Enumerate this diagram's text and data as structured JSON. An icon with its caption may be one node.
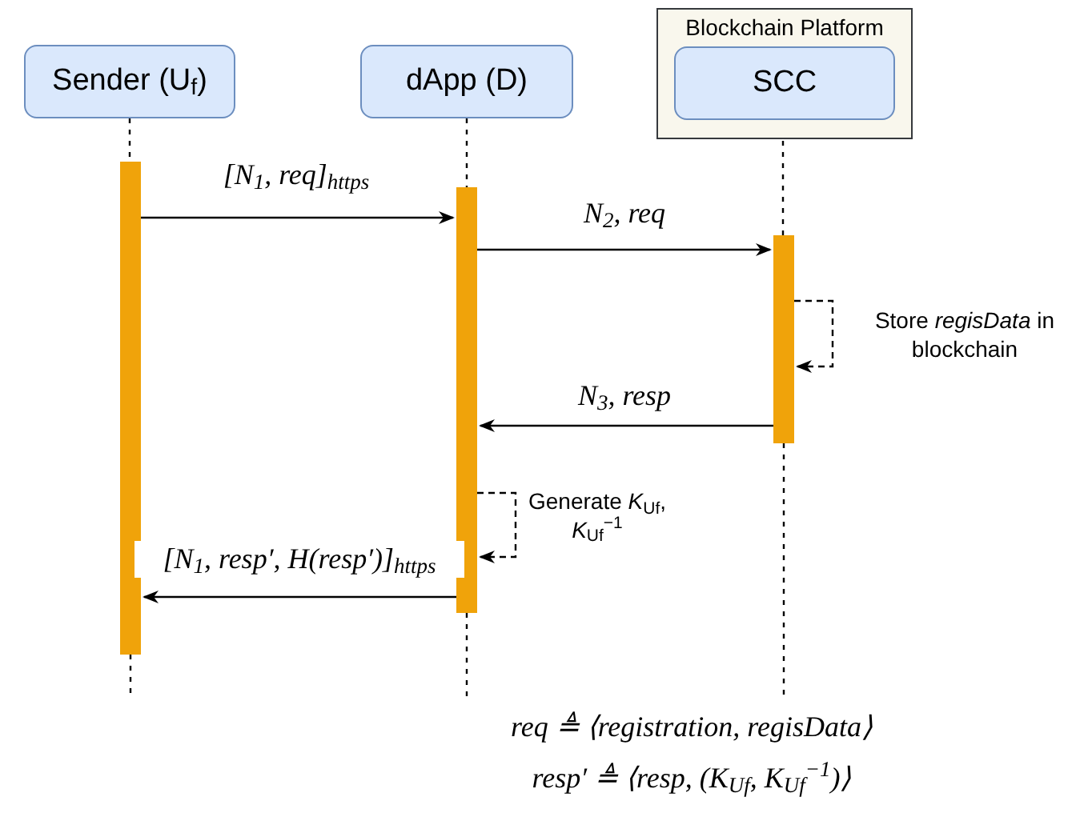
{
  "diagram": {
    "nodes": [
      {
        "text": [
          "Sender (U$_{f}$)"
        ]
      },
      {
        "text": [
          "dApp (D)"
        ]
      },
      {
        "text": [
          "Blockchain Platform"
        ]
      },
      {
        "text": [
          "SCC"
        ],
        "in": 2
      },
      {
        "text": [],
        "shape": "bar"
      },
      {
        "text": [],
        "shape": "bar"
      },
      {
        "text": [],
        "shape": "bar"
      }
    ],
    "edges": [
      {
        "from": 4,
        "to": 5,
        "arrow": "to",
        "label": "[N$_{1}$, req]$_{https}$"
      },
      {
        "from": 5,
        "to": 6,
        "arrow": "to",
        "label": "N$_{2}$, req"
      },
      {
        "from": 6,
        "to": 6,
        "arrow": "to",
        "style": "dashed",
        "label": "Store *regisData* in blockchain"
      },
      {
        "from": 6,
        "to": 5,
        "arrow": "to",
        "label": "N$_{3}$, resp"
      },
      {
        "from": 5,
        "to": 5,
        "arrow": "to",
        "style": "dashed",
        "label": "Generate *K*$_{Uf}$, *K*$_{Uf}$$^{−1}$"
      },
      {
        "from": 5,
        "to": 4,
        "arrow": "to",
        "label": "[N$_{1}$, resp′, H(resp′)]$_{https}$"
      },
      {
        "from": 0,
        "to": 4,
        "arrow": "none",
        "style": "dashed"
      },
      {
        "from": 4,
        "to": null,
        "arrow": "none",
        "style": "dashed"
      },
      {
        "from": 1,
        "to": 5,
        "arrow": "none",
        "style": "dashed"
      },
      {
        "from": 5,
        "to": null,
        "arrow": "none",
        "style": "dashed"
      },
      {
        "from": 3,
        "to": 6,
        "arrow": "none",
        "style": "dashed"
      },
      {
        "from": 6,
        "to": null,
        "arrow": "none",
        "style": "dashed"
      }
    ],
    "labels": [
      "req ≜ ⟨registration, regisData⟩",
      "resp′ ≜ ⟨resp, (K$_{Uf}$, K$_{Uf}$$^{−1}$)⟩"
    ]
  }
}
